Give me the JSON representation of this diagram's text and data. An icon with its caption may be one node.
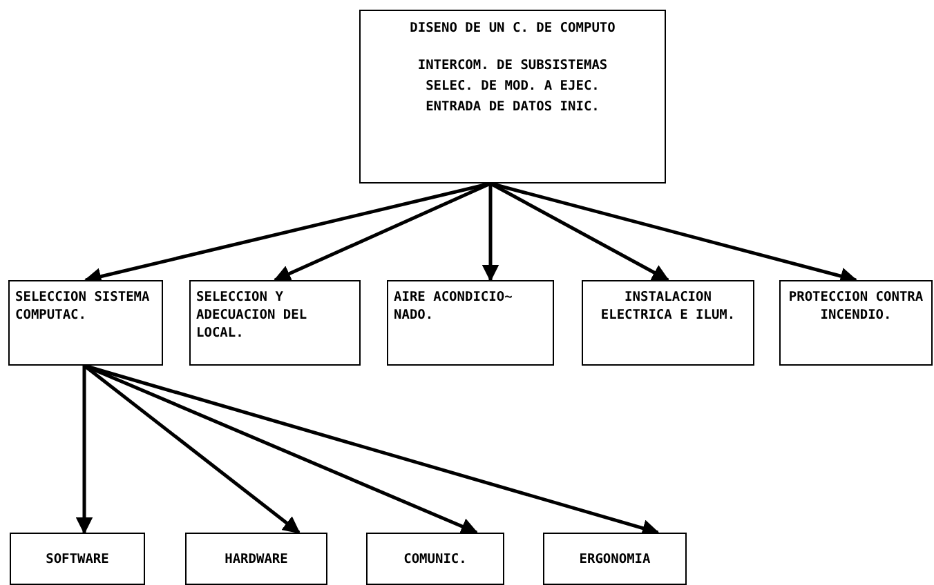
{
  "diagram": {
    "nodes": [
      {
        "text": [
          "DISENO DE UN C. DE COMPUTO",
          "INTERCOM. DE SUBSISTEMAS",
          "SELEC. DE MOD. A EJEC.",
          "ENTRADA DE DATOS INIC."
        ]
      },
      {
        "text": [
          "SELECCION SISTEMA COMPUTAC."
        ]
      },
      {
        "text": [
          "SELECCION Y ADECUACION DEL LOCAL."
        ]
      },
      {
        "text": [
          "AIRE ACONDICIO~ NADO."
        ]
      },
      {
        "text": [
          "INSTALACION ELECTRICA E ILUM."
        ]
      },
      {
        "text": [
          "PROTECCION CONTRA INCENDIO."
        ]
      },
      {
        "text": [
          "SOFTWARE"
        ]
      },
      {
        "text": [
          "HARDWARE"
        ]
      },
      {
        "text": [
          "COMUNIC."
        ]
      },
      {
        "text": [
          "ERGONOMIA"
        ]
      }
    ],
    "edges": [
      {
        "from": 0,
        "to": 1,
        "arrow": "to"
      },
      {
        "from": 0,
        "to": 2,
        "arrow": "to"
      },
      {
        "from": 0,
        "to": 3,
        "arrow": "to"
      },
      {
        "from": 0,
        "to": 4,
        "arrow": "to"
      },
      {
        "from": 0,
        "to": 5,
        "arrow": "to"
      },
      {
        "from": 1,
        "to": 6,
        "arrow": "to"
      },
      {
        "from": 1,
        "to": 7,
        "arrow": "to"
      },
      {
        "from": 1,
        "to": 8,
        "arrow": "to"
      },
      {
        "from": 1,
        "to": 9,
        "arrow": "to"
      }
    ]
  }
}
